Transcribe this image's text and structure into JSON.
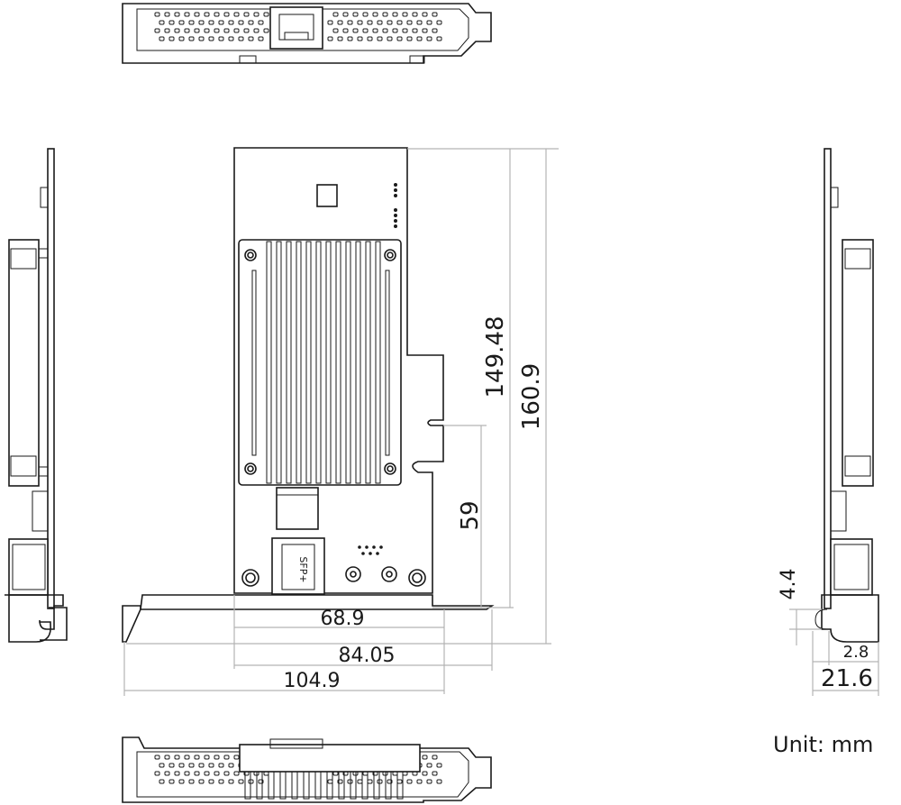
{
  "units_label": "Unit: mm",
  "dimensions": {
    "d_149_48": "149.48",
    "d_160_9": "160.9",
    "d_59": "59",
    "d_68_9": "68.9",
    "d_84_05": "84.05",
    "d_104_9": "104.9",
    "d_4_4": "4.4",
    "d_2_8": "2.8",
    "d_21_6": "21.6"
  },
  "connector_label": "SFP+",
  "colors": {
    "line": "#1a1a1a",
    "dimension": "#b3b3b3",
    "background": "#ffffff"
  }
}
